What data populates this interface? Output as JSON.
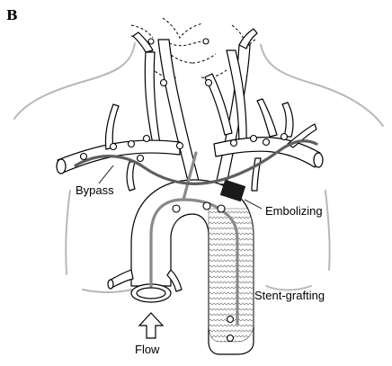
{
  "panel_label": "B",
  "labels": {
    "bypass": "Bypass",
    "embolizing": "Embolizing",
    "stent_grafting": "Stent-grafting",
    "flow": "Flow"
  },
  "colors": {
    "stent_graft_pattern": "#7a7a7a",
    "embolization_fill": "#1a1a1a",
    "bypass_graft": "#5e5e5e",
    "guide_wire": "#8a8a8a",
    "body_outline": "#b8b8b8"
  }
}
